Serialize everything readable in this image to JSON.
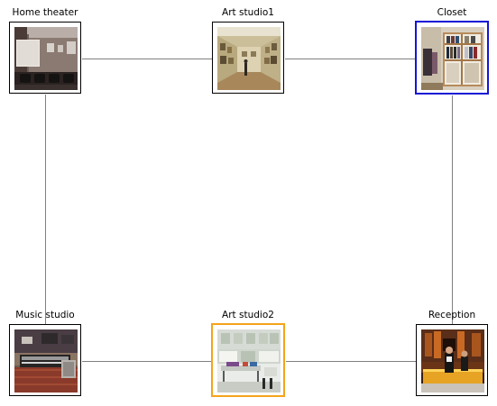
{
  "rooms": {
    "home_theater": {
      "label": "Home theater",
      "icon": "home-theater-photo",
      "highlight": ""
    },
    "art_studio1": {
      "label": "Art studio1",
      "icon": "art-studio-photo",
      "highlight": ""
    },
    "closet": {
      "label": "Closet",
      "icon": "closet-photo",
      "highlight": "#1515d6"
    },
    "music_studio": {
      "label": "Music studio",
      "icon": "music-studio-photo",
      "highlight": ""
    },
    "art_studio2": {
      "label": "Art studio2",
      "icon": "art-classroom-photo",
      "highlight": "#f5a31a"
    },
    "reception": {
      "label": "Reception",
      "icon": "reception-photo",
      "highlight": ""
    }
  },
  "connections": [
    [
      "home_theater",
      "art_studio1"
    ],
    [
      "art_studio1",
      "closet"
    ],
    [
      "home_theater",
      "music_studio"
    ],
    [
      "closet",
      "reception"
    ],
    [
      "music_studio",
      "art_studio2"
    ],
    [
      "art_studio2",
      "reception"
    ]
  ],
  "colors": {
    "edge": "#808080",
    "frame": "#000000"
  }
}
